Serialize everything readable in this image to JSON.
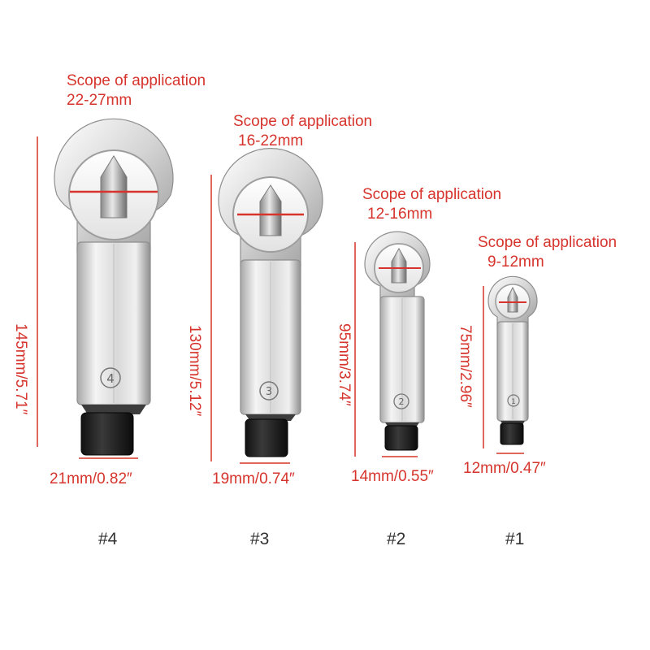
{
  "palette": {
    "accent": "#d6342c",
    "number": "#333333",
    "steel_light": "#f2f2f2",
    "steel_dark": "#8c8c8c",
    "nut": "#1c1c1c"
  },
  "tools": [
    {
      "id": "4",
      "scope_title": "Scope of application",
      "scope_range": "22-27mm",
      "length": "145mm/5.71″",
      "width": "21mm/0.82″",
      "number": "#4",
      "stamp": "4",
      "icon": "nut-splitter-icon"
    },
    {
      "id": "3",
      "scope_title": "Scope of application",
      "scope_range": "16-22mm",
      "length": "130mm/5.12″",
      "width": "19mm/0.74″",
      "number": "#3",
      "stamp": "3",
      "icon": "nut-splitter-icon"
    },
    {
      "id": "2",
      "scope_title": "Scope of application",
      "scope_range": "12-16mm",
      "length": "95mm/3.74″",
      "width": "14mm/0.55″",
      "number": "#2",
      "stamp": "2",
      "icon": "nut-splitter-icon"
    },
    {
      "id": "1",
      "scope_title": "Scope of application",
      "scope_range": "9-12mm",
      "length": "75mm/2.96″",
      "width": "12mm/0.47″",
      "number": "#1",
      "stamp": "1",
      "icon": "nut-splitter-icon"
    }
  ]
}
